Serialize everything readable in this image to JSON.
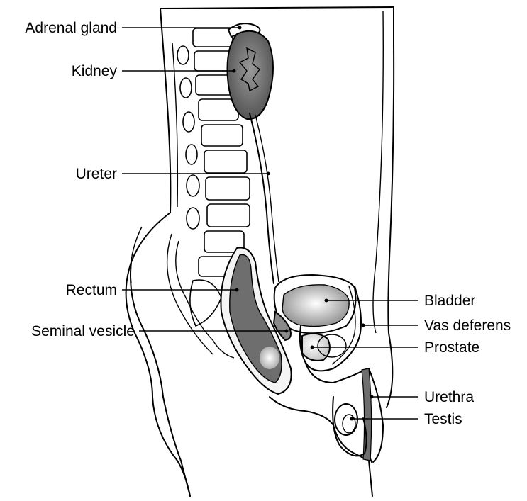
{
  "labels": {
    "adrenal_gland": "Adrenal gland",
    "kidney": "Kidney",
    "ureter": "Ureter",
    "rectum": "Rectum",
    "seminal_vesicle": "Seminal vesicle",
    "bladder": "Bladder",
    "vas_deferens": "Vas deferens",
    "prostate": "Prostate",
    "urethra": "Urethra",
    "testis": "Testis"
  },
  "colors": {
    "line": "#000000",
    "organ_dark": "#6e6e6e",
    "organ_light": "#d9d9d9",
    "background": "#ffffff"
  }
}
